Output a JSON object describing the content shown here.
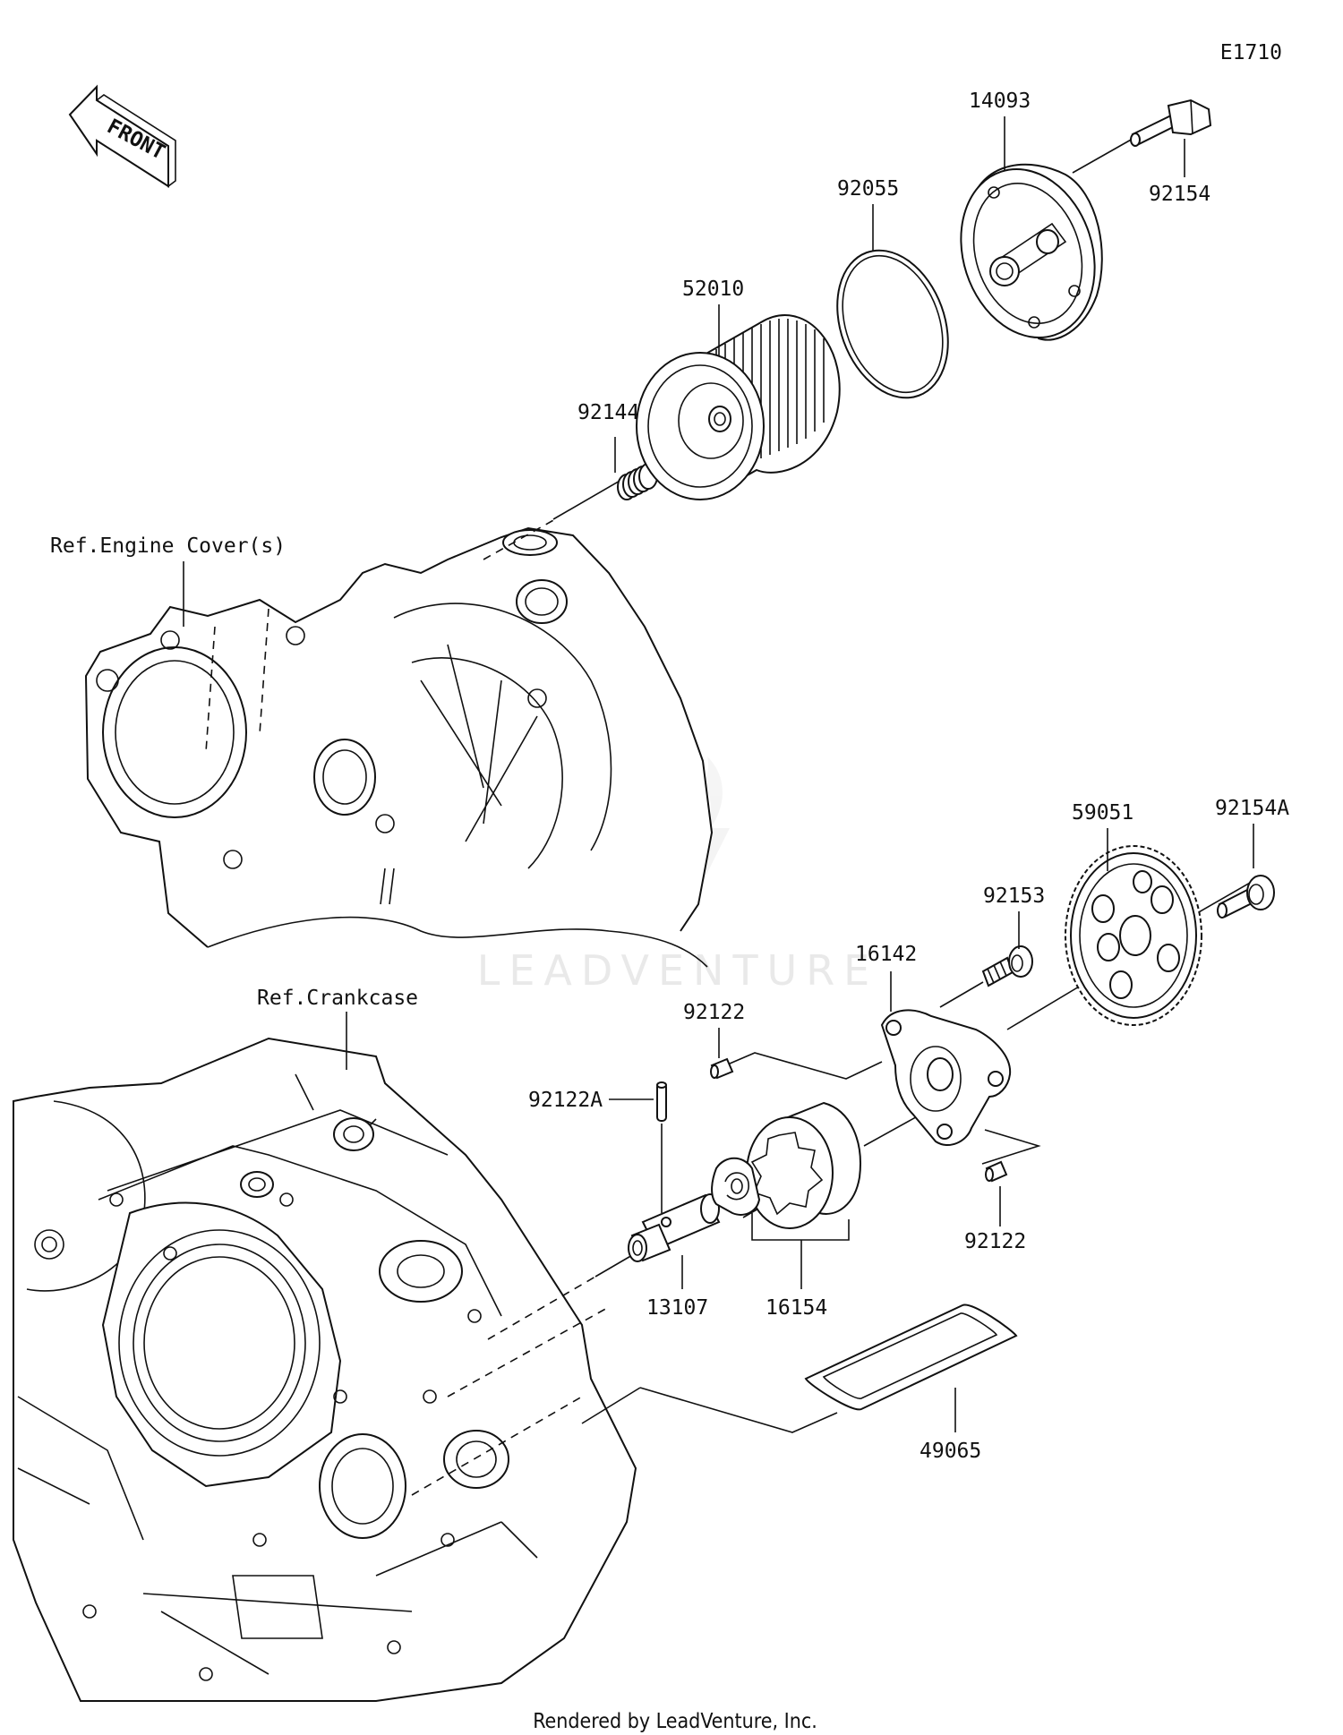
{
  "diagram_code": "E1710",
  "front_arrow_label": "FRONT",
  "watermark": "LEADVENTURE",
  "footer": "Rendered by LeadVenture, Inc.",
  "references": {
    "engine_cover": "Ref.Engine Cover(s)",
    "crankcase": "Ref.Crankcase"
  },
  "parts": {
    "cover_14093": "14093",
    "bolt_92154": "92154",
    "oring_92055": "92055",
    "filter_52010": "52010",
    "spring_92144": "92144",
    "gear_59051": "59051",
    "bolt_92154A": "92154A",
    "bolt_92153": "92153",
    "body_16142": "16142",
    "pin_92122_top": "92122",
    "pin_92122A": "92122A",
    "pin_92122_bottom": "92122",
    "shaft_13107": "13107",
    "rotor_16154": "16154",
    "gasket_49065": "49065"
  }
}
